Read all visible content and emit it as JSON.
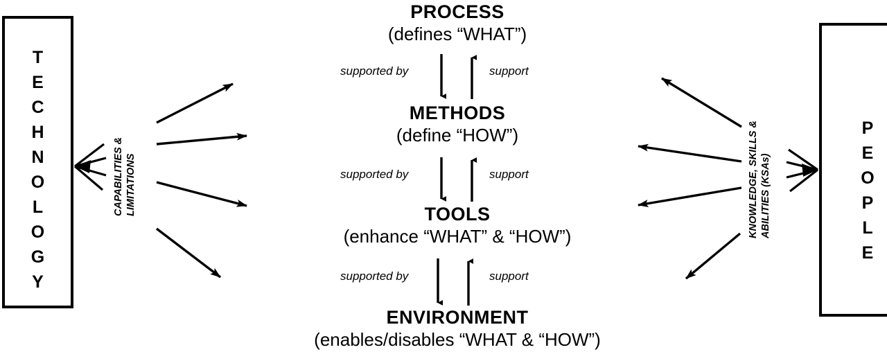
{
  "diagram": {
    "title": "Technology - Process - People interaction model",
    "background_color": "#ffffff",
    "line_color": "#000000"
  },
  "left_box": {
    "name": "TECHNOLOGY",
    "letters": [
      "T",
      "E",
      "C",
      "H",
      "N",
      "O",
      "L",
      "O",
      "G",
      "Y"
    ]
  },
  "right_box": {
    "name": "PEOPLE",
    "letters": [
      "P",
      "E",
      "O",
      "P",
      "L",
      "E"
    ]
  },
  "left_label": {
    "line1": "CAPABILITIES &",
    "line2": "LIMITATIONS"
  },
  "right_label": {
    "line1": "KNOWLEDGE, SKILLS &",
    "line2": "ABILITIES (KSAs)"
  },
  "center_nodes": [
    {
      "title": "PROCESS",
      "subtitle": "(defines “WHAT”)"
    },
    {
      "title": "METHODS",
      "subtitle": "(define “HOW”)"
    },
    {
      "title": "TOOLS",
      "subtitle": "(enhance “WHAT” & “HOW”)"
    },
    {
      "title": "ENVIRONMENT",
      "subtitle": "(enables/disables “WHAT & “HOW”)"
    }
  ],
  "relations": [
    {
      "down_label": "supported by",
      "up_label": "support"
    },
    {
      "down_label": "supported by",
      "up_label": "support"
    },
    {
      "down_label": "supported by",
      "up_label": "support"
    }
  ]
}
